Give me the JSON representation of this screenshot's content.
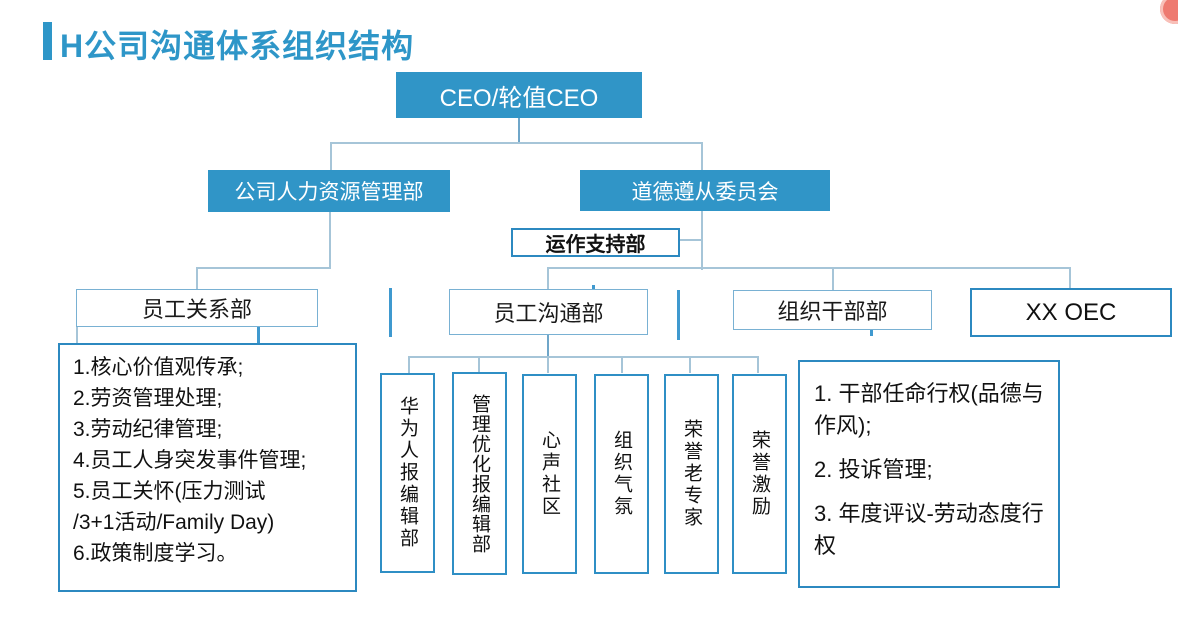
{
  "header": {
    "title": "H公司沟通体系组织结构",
    "accent_color": "#2e96c8"
  },
  "badge": {
    "color": "#ee7a70"
  },
  "org": {
    "ceo": "CEO/轮值CEO",
    "hr_dept": "公司人力资源管理部",
    "ethics_committee": "道德遵从委员会",
    "support_dept": "运作支持部",
    "employee_relations_dept": "员工关系部",
    "employee_comm_dept": "员工沟通部",
    "org_cadre_dept": "组织干部部",
    "oec": "XX OEC",
    "comm_children": [
      "华为人报编辑部",
      "管理优化报编辑部",
      "心声社区",
      "组织气氛",
      "荣誉老专家",
      "荣誉激励"
    ],
    "relations_duties": [
      "1.核心价值观传承;",
      "2.劳资管理处理;",
      "3.劳动纪律管理;",
      "4.员工人身突发事件管理;",
      "5.员工关怀(压力测试",
      "/3+1活动/Family Day)",
      "6.政策制度学习。"
    ],
    "cadre_duties": [
      "1. 干部任命行权(品德与作风);",
      "2. 投诉管理;",
      "3. 年度评议-劳动态度行权"
    ]
  },
  "colors": {
    "node_fill": "#3095c7",
    "thick_border": "#2c89c0",
    "thin_border": "#79b1d3",
    "connector": "#a6c5d8",
    "connector_strong": "#3f99cf"
  }
}
